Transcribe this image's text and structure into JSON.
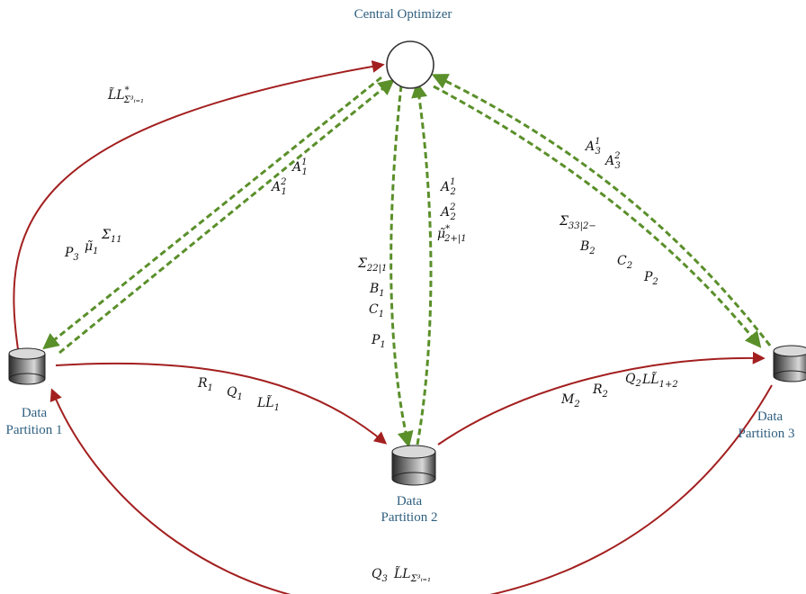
{
  "nodes": {
    "central": {
      "label": "Central Optimizer"
    },
    "partition1": {
      "line1": "Data",
      "line2": "Partition 1"
    },
    "partition2": {
      "line1": "Data",
      "line2": "Partition 2"
    },
    "partition3": {
      "line1": "Data",
      "line2": "Partition 3"
    }
  },
  "edge_labels": {
    "ll_sigma_top": {
      "base": "L̃L",
      "sup": "*",
      "sub": "Σ³ᵢ₌₁"
    },
    "p1_to_center": [
      {
        "base": "A",
        "sub": "1",
        "sup": "1"
      },
      {
        "base": "A",
        "sub": "1",
        "sup": "2"
      }
    ],
    "center_to_p1": [
      {
        "base": "Σ",
        "sub": "11"
      },
      {
        "base": "μ̃",
        "sub": "1"
      },
      {
        "base": "P",
        "sub": "3"
      }
    ],
    "center_to_p2": [
      {
        "base": "Σ",
        "sub": "22|1"
      },
      {
        "base": "B",
        "sub": "1"
      },
      {
        "base": "C",
        "sub": "1"
      },
      {
        "base": "P",
        "sub": "1"
      }
    ],
    "p2_to_center": [
      {
        "base": "A",
        "sub": "2",
        "sup": "1"
      },
      {
        "base": "A",
        "sub": "2",
        "sup": "2"
      },
      {
        "base": "μ̃",
        "sub": "2+|1",
        "sup": "*"
      }
    ],
    "p3_to_center": [
      {
        "base": "A",
        "sub": "3",
        "sup": "1"
      },
      {
        "base": "A",
        "sub": "3",
        "sup": "2"
      }
    ],
    "center_to_p3": [
      {
        "base": "Σ",
        "sub": "33|2−"
      },
      {
        "base": "B",
        "sub": "2"
      },
      {
        "base": "C",
        "sub": "2"
      },
      {
        "base": "P",
        "sub": "2"
      }
    ],
    "p1_to_p2": [
      {
        "base": "R",
        "sub": "1"
      },
      {
        "base": "Q",
        "sub": "1"
      },
      {
        "base": "LL̃",
        "sub": "1"
      }
    ],
    "p2_to_p3": [
      {
        "base": "M",
        "sub": "2"
      },
      {
        "base": "R",
        "sub": "2"
      },
      {
        "base": "Q",
        "sub": "2"
      },
      {
        "base": "LL̃",
        "sub": "1+2"
      }
    ],
    "p3_to_p1": [
      {
        "base": "Q",
        "sub": "3"
      },
      {
        "base": "L̃L",
        "sub": "Σ³ᵢ₌₁"
      }
    ]
  },
  "colors": {
    "red_arrow": "#a31f1f",
    "green_arrow": "#5a8f2a",
    "node_label": "#2f5f7f"
  }
}
